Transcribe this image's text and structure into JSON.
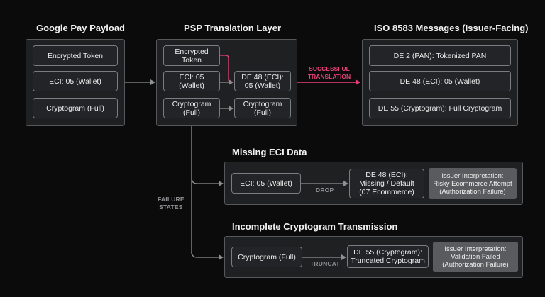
{
  "columns": {
    "gpay_title": "Google Pay Payload",
    "psp_title": "PSP Translation Layer",
    "iso_title": "ISO 8583 Messages (Issuer-Facing)"
  },
  "gpay": {
    "token": "Encrypted Token",
    "eci": "ECI: 05 (Wallet)",
    "cryptogram": "Cryptogram (Full)"
  },
  "psp": {
    "token": "Encrypted\nToken",
    "eci": "ECI: 05\n(Wallet)",
    "de48": "DE 48 (ECI):\n05 (Wallet)",
    "cryptogram_in": "Cryptogram\n(Full)",
    "cryptogram_out": "Cryptogram\n(Full)"
  },
  "success_label": "SUCCESSFUL\nTRANSLATION",
  "iso": {
    "de2": "DE 2 (PAN): Tokenized PAN",
    "de48": "DE 48 (ECI): 05 (Wallet)",
    "de55": "DE 55 (Cryptogram): Full Cryptogram"
  },
  "failure_label": "FAILURE\nSTATES",
  "missing_eci": {
    "title": "Missing ECI Data",
    "source": "ECI: 05 (Wallet)",
    "action": "DROP",
    "result": "DE 48 (ECI):\nMissing / Default\n(07 Ecommerce)",
    "issuer": "Issuer Interpretation:\nRisky Ecommerce Attempt\n(Authorization Failure)"
  },
  "incomplete_crypto": {
    "title": "Incomplete Cryptogram Transmission",
    "source": "Cryptogram (Full)",
    "action": "TRUNCAT",
    "result": "DE 55 (Cryptogram):\nTruncated Cryptogram",
    "issuer": "Issuer Interpretation:\nValidation Failed\n(Authorization Failure)"
  },
  "colors": {
    "background": "#0b0b0c",
    "accent_success": "#e8417a",
    "arrow": "#8d8f93"
  }
}
